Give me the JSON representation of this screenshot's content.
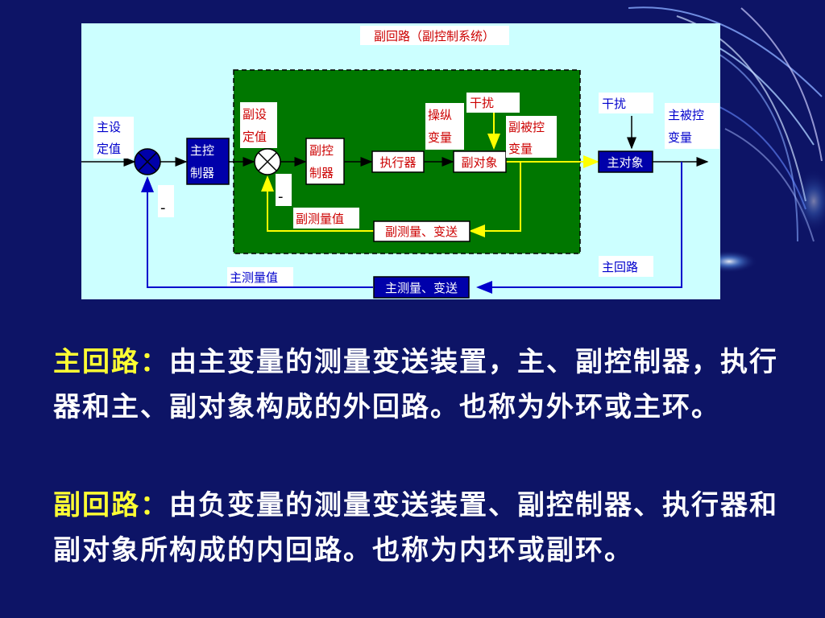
{
  "diagram": {
    "inner_loop_title": "副回路（副控制系统）",
    "main_setpoint": [
      "主设",
      "定值"
    ],
    "main_controller": [
      "主控",
      "制器"
    ],
    "minus_sign": "-",
    "sub_setpoint": [
      "副设",
      "定值"
    ],
    "sub_controller": [
      "副控",
      "制器"
    ],
    "actuator": "执行器",
    "manipulated_var": [
      "操纵",
      "变量"
    ],
    "sub_disturbance": "干扰",
    "sub_controlled_var": [
      "副被控",
      "变量"
    ],
    "sub_object": "副对象",
    "main_disturbance": "干扰",
    "main_controlled_var": [
      "主被控",
      "变量"
    ],
    "main_object": "主对象",
    "sub_measured_value": "副测量值",
    "sub_transmitter": "副测量、变送",
    "main_loop_label": "主回路",
    "main_measured_value": "主测量值",
    "main_transmitter": "主测量、变送"
  },
  "text": {
    "main_loop_term": "主回路：",
    "main_loop_desc": "由主变量的测量变送装置，主、副控制器，执行器和主、副对象构成的外回路。也称为外环或主环。",
    "sub_loop_term": "副回路：",
    "sub_loop_desc": "由负变量的测量变送装置、副控制器、执行器和副对象所构成的内回路。也称为内环或副环。"
  },
  "colors": {
    "background": "#0d1466",
    "diagram_bg": "#ccffff",
    "inner_loop_bg": "#007700",
    "block_fill": "#0000aa",
    "signal_line": "#ffff00",
    "feedback_line": "#0000cc",
    "highlight_text": "#ffff33"
  }
}
